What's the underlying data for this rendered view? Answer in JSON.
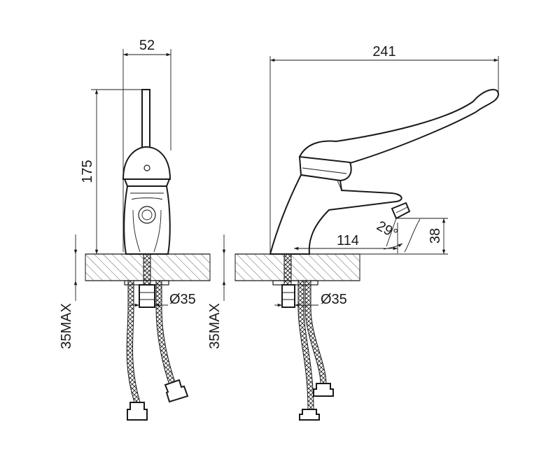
{
  "dimensions": {
    "front_width": "52",
    "front_height": "175",
    "front_thread_dia": "Ø35",
    "front_max_thickness": "35MAX",
    "side_length": "241",
    "side_reach": "114",
    "side_angle": "29°",
    "side_height": "38",
    "side_thread_dia": "Ø35",
    "side_max_thickness": "35MAX"
  },
  "colors": {
    "line": "#1a1a1a",
    "background": "#ffffff"
  }
}
